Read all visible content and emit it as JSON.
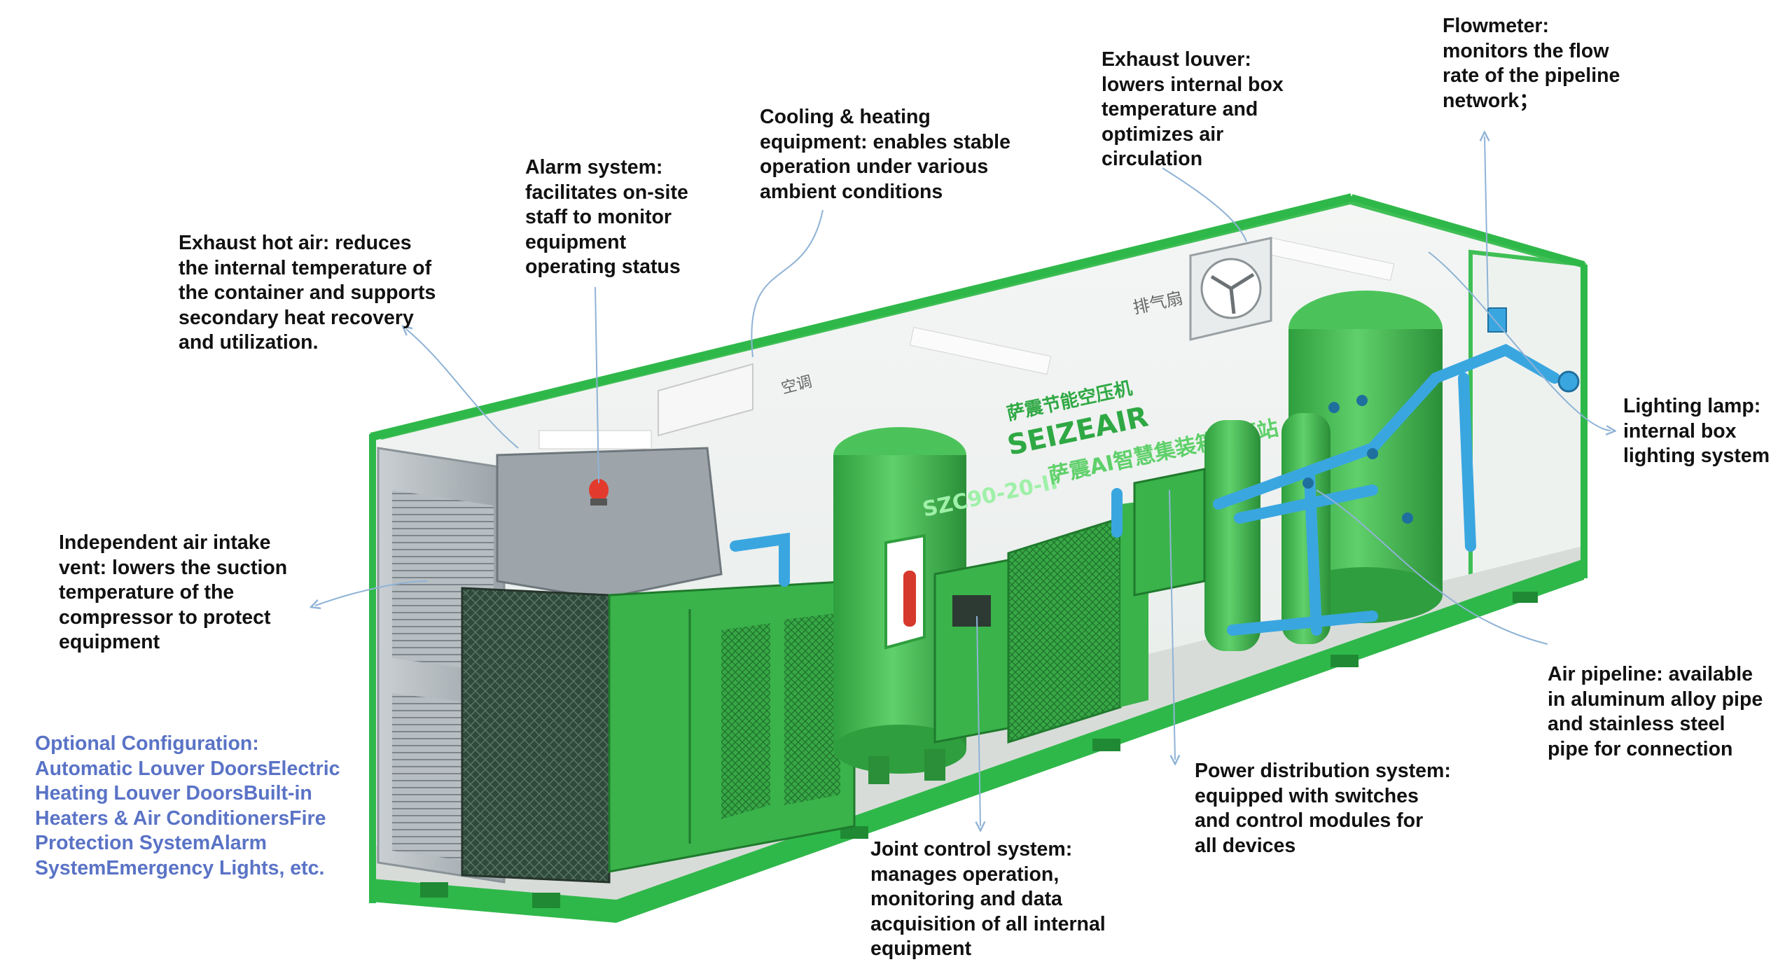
{
  "colors": {
    "container_green": "#2fb84a",
    "equipment_green": "#3dbb4c",
    "pipe_blue": "#3aa6e0",
    "leader_line": "#8fb3d6",
    "label_text": "#111111",
    "optional_text": "#5a73c6"
  },
  "brand": {
    "logo_cn": "萨震节能空压机",
    "logo_en": "SEIZEAIR",
    "banner_cn": "萨震AI智慧集装箱空压站",
    "model": "SZC90-20-II",
    "exhaust_sign_cn": "排气扇",
    "ac_sign_cn": "空调"
  },
  "labels": {
    "exhaust_hot_air": "Exhaust hot air: reduces\nthe internal temperature of\nthe container and supports\nsecondary heat recovery\nand utilization.",
    "alarm_system": "Alarm system:\nfacilitates on-site\nstaff to monitor\nequipment\noperating status",
    "cooling_heating": "Cooling & heating\nequipment: enables stable\noperation under various\nambient conditions",
    "exhaust_louver": "Exhaust louver:\nlowers internal box\ntemperature and\noptimizes air\ncirculation",
    "flowmeter": "Flowmeter:\nmonitors the flow\nrate of the pipeline\nnetwork；",
    "lighting_lamp": "Lighting lamp:\ninternal box\nlighting system",
    "air_intake": "Independent air intake\nvent: lowers the suction\ntemperature of the\ncompressor to protect\nequipment",
    "air_pipeline": "Air pipeline: available\nin aluminum alloy pipe\nand stainless steel\npipe for connection",
    "power_distribution": "Power distribution system:\nequipped with switches\nand control modules for\nall devices",
    "joint_control": "Joint control system:\nmanages operation,\nmonitoring and data\nacquisition of all internal\nequipment",
    "optional_config": "Optional Configuration:\nAutomatic Louver DoorsElectric\nHeating Louver DoorsBuilt-in\nHeaters & Air ConditionersFire\nProtection SystemAlarm\nSystemEmergency Lights, etc."
  }
}
